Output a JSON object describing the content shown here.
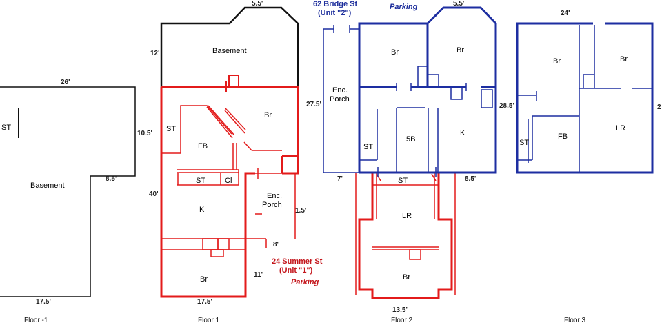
{
  "colors": {
    "unit1": "#e31b1b",
    "unit2": "#1d2ea1",
    "neutral": "#111111"
  },
  "floor_labels": [
    "Floor -1",
    "Floor 1",
    "Floor 2",
    "Floor 3"
  ],
  "floor_minus1": {
    "rooms": [
      "ST",
      "Basement"
    ],
    "dims": [
      "26'",
      "10.5'",
      "8.5'",
      "17.5'"
    ]
  },
  "floor1": {
    "rooms": [
      "Basement",
      "Br",
      "ST",
      "FB",
      "ST",
      "Cl",
      "K",
      "Enc.",
      "Porch",
      "Br"
    ],
    "dims": [
      "5.5'",
      "12'",
      "40'",
      "1.5'",
      "8'",
      "11'",
      "17.5'"
    ],
    "unit_name": "24 Summer St",
    "unit_tag": "(Unit \"1\")",
    "parking": "Parking"
  },
  "floor2": {
    "unit_name": "62 Bridge St",
    "unit_tag": "(Unit \"2\")",
    "parking": "Parking",
    "rooms": [
      "Br",
      "Br",
      "Enc.",
      "Porch",
      "ST",
      ".5B",
      "K",
      "ST",
      "LR",
      "Br"
    ],
    "dims": [
      "5.5'",
      "27.5'",
      "28.5'",
      "7'",
      "8.5'",
      "13.5'"
    ]
  },
  "floor3": {
    "rooms": [
      "Br",
      "Br",
      "ST",
      "FB",
      "LR"
    ],
    "dims": [
      "24'",
      "2"
    ]
  }
}
